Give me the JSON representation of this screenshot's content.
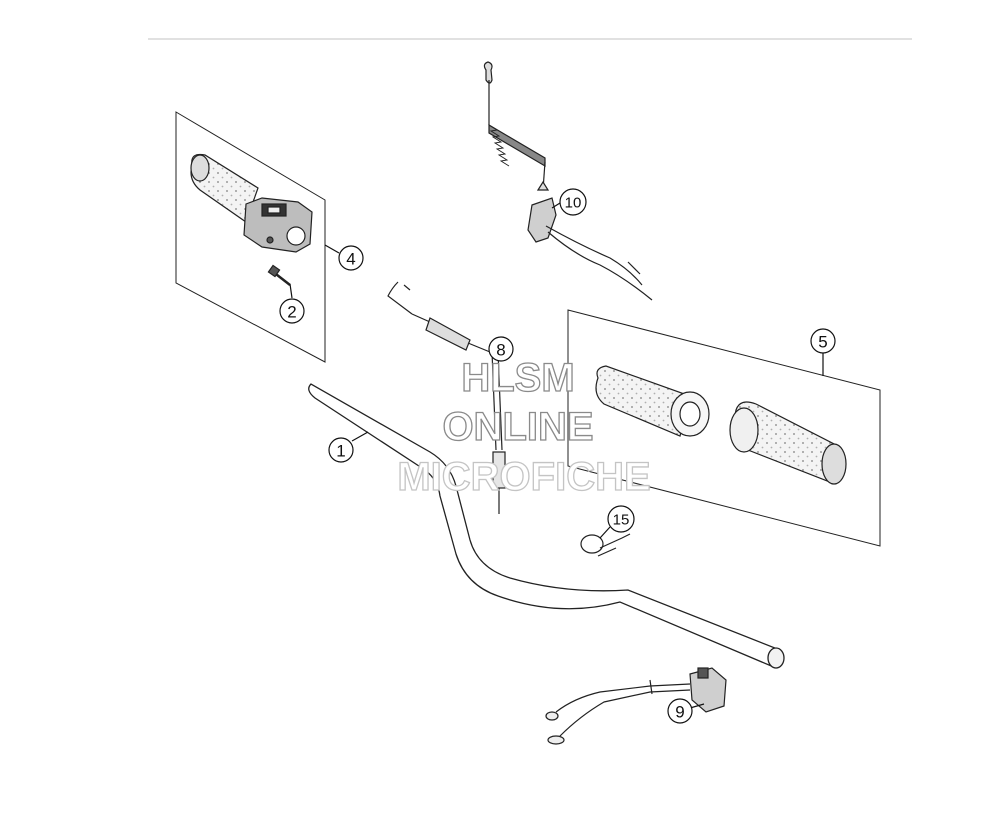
{
  "callouts": {
    "c1": "1",
    "c2": "2",
    "c4": "4",
    "c5": "5",
    "c8": "8",
    "c9": "9",
    "c10": "10",
    "c15": "15"
  },
  "watermark": {
    "line1": "HLSM",
    "line2": "ONLINE",
    "line3": "MICROFICHE"
  }
}
